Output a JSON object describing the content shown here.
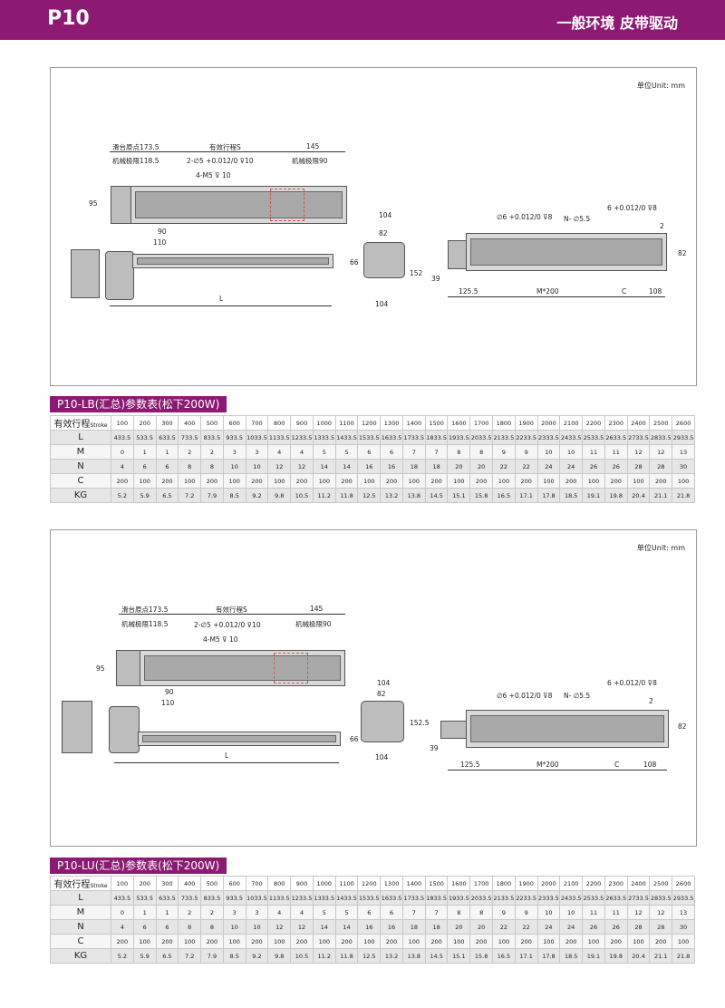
{
  "header": {
    "model": "P10",
    "subtitle": "一般环境 皮带驱动"
  },
  "drawing1": {
    "unit": "单位Unit: mm",
    "labels": {
      "slide_origin": "滑台原点173.5",
      "stroke": "有效行程S",
      "d145": "145",
      "mech_limit_left": "机械极限118.5",
      "hole_spec": "2-∅5 +0.012/0 ⊽10",
      "mech_limit_right": "机械极限90",
      "m5": "4-M5 ⊽ 10",
      "d95": "95",
      "d90": "90",
      "d110": "110",
      "L": "L",
      "d104_top": "104",
      "d82_top": "82",
      "d66": "66",
      "d152": "152",
      "d39": "39",
      "d104_bottom": "104",
      "phi6": "∅6 +0.012/0 ⊽8",
      "n_holes": "N- ∅5.5",
      "d2": "2",
      "d6": "6 +0.012/0 ⊽8",
      "d82_right": "82",
      "d125_5": "125.5",
      "m200": "M*200",
      "C": "C",
      "d108": "108"
    }
  },
  "table1": {
    "title": "P10-LB(汇总)参数表(松下200W)",
    "stroke_label": "有效行程",
    "stroke_sub": "Stroke",
    "stroke": [
      "100",
      "200",
      "300",
      "400",
      "500",
      "600",
      "700",
      "800",
      "900",
      "1000",
      "1100",
      "1200",
      "1300",
      "1400",
      "1500",
      "1600",
      "1700",
      "1800",
      "1900",
      "2000",
      "2100",
      "2200",
      "2300",
      "2400",
      "2500",
      "2600"
    ],
    "rows": [
      {
        "label": "L",
        "values": [
          "433.5",
          "533.5",
          "633.5",
          "733.5",
          "833.5",
          "933.5",
          "1033.5",
          "1133.5",
          "1233.5",
          "1333.5",
          "1433.5",
          "1533.5",
          "1633.5",
          "1733.5",
          "1833.5",
          "1933.5",
          "2033.5",
          "2133.5",
          "2233.5",
          "2333.5",
          "2433.5",
          "2533.5",
          "2633.5",
          "2733.5",
          "2833.5",
          "2933.5"
        ]
      },
      {
        "label": "M",
        "values": [
          "0",
          "1",
          "1",
          "2",
          "2",
          "3",
          "3",
          "4",
          "4",
          "5",
          "5",
          "6",
          "6",
          "7",
          "7",
          "8",
          "8",
          "9",
          "9",
          "10",
          "10",
          "11",
          "11",
          "12",
          "12",
          "13"
        ]
      },
      {
        "label": "N",
        "values": [
          "4",
          "6",
          "6",
          "8",
          "8",
          "10",
          "10",
          "12",
          "12",
          "14",
          "14",
          "16",
          "16",
          "18",
          "18",
          "20",
          "20",
          "22",
          "22",
          "24",
          "24",
          "26",
          "26",
          "28",
          "28",
          "30"
        ]
      },
      {
        "label": "C",
        "values": [
          "200",
          "100",
          "200",
          "100",
          "200",
          "100",
          "200",
          "100",
          "200",
          "100",
          "200",
          "100",
          "200",
          "100",
          "200",
          "100",
          "200",
          "100",
          "200",
          "100",
          "200",
          "100",
          "200",
          "100",
          "200",
          "100"
        ]
      },
      {
        "label": "KG",
        "values": [
          "5.2",
          "5.9",
          "6.5",
          "7.2",
          "7.9",
          "8.5",
          "9.2",
          "9.8",
          "10.5",
          "11.2",
          "11.8",
          "12.5",
          "13.2",
          "13.8",
          "14.5",
          "15.1",
          "15.8",
          "16.5",
          "17.1",
          "17.8",
          "18.5",
          "19.1",
          "19.8",
          "20.4",
          "21.1",
          "21.8"
        ]
      }
    ]
  },
  "drawing2": {
    "unit": "单位Unit: mm",
    "labels": {
      "slide_origin": "滑台原点173.5",
      "stroke": "有效行程S",
      "d145": "145",
      "mech_limit_left": "机械极限118.5",
      "hole_spec": "2-∅5 +0.012/0 ⊽10",
      "mech_limit_right": "机械极限90",
      "m5": "4-M5 ⊽ 10",
      "d95": "95",
      "d90": "90",
      "d110": "110",
      "L": "L",
      "d104_top": "104",
      "d82_top": "82",
      "d66": "66",
      "d152_5": "152.5",
      "d39": "39",
      "d104_bottom": "104",
      "phi6": "∅6 +0.012/0 ⊽8",
      "n_holes": "N- ∅5.5",
      "d2": "2",
      "d6": "6 +0.012/0 ⊽8",
      "d82_right": "82",
      "d125_5": "125.5",
      "m200": "M*200",
      "C": "C",
      "d108": "108"
    }
  },
  "table2": {
    "title": "P10-LU(汇总)参数表(松下200W)",
    "stroke_label": "有效行程",
    "stroke_sub": "Stroke",
    "stroke": [
      "100",
      "200",
      "300",
      "400",
      "500",
      "600",
      "700",
      "800",
      "900",
      "1000",
      "1100",
      "1200",
      "1300",
      "1400",
      "1500",
      "1600",
      "1700",
      "1800",
      "1900",
      "2000",
      "2100",
      "2200",
      "2300",
      "2400",
      "2500",
      "2600"
    ],
    "rows": [
      {
        "label": "L",
        "values": [
          "433.5",
          "533.5",
          "633.5",
          "733.5",
          "833.5",
          "933.5",
          "1033.5",
          "1133.5",
          "1233.5",
          "1333.5",
          "1433.5",
          "1533.5",
          "1633.5",
          "1733.5",
          "1833.5",
          "1933.5",
          "2033.5",
          "2133.5",
          "2233.5",
          "2333.5",
          "2433.5",
          "2533.5",
          "2633.5",
          "2733.5",
          "2833.5",
          "2933.5"
        ]
      },
      {
        "label": "M",
        "values": [
          "0",
          "1",
          "1",
          "2",
          "2",
          "3",
          "3",
          "4",
          "4",
          "5",
          "5",
          "6",
          "6",
          "7",
          "7",
          "8",
          "8",
          "9",
          "9",
          "10",
          "10",
          "11",
          "11",
          "12",
          "12",
          "13"
        ]
      },
      {
        "label": "N",
        "values": [
          "4",
          "6",
          "6",
          "8",
          "8",
          "10",
          "10",
          "12",
          "12",
          "14",
          "14",
          "16",
          "16",
          "18",
          "18",
          "20",
          "20",
          "22",
          "22",
          "24",
          "24",
          "26",
          "26",
          "28",
          "28",
          "30"
        ]
      },
      {
        "label": "C",
        "values": [
          "200",
          "100",
          "200",
          "100",
          "200",
          "100",
          "200",
          "100",
          "200",
          "100",
          "200",
          "100",
          "200",
          "100",
          "200",
          "100",
          "200",
          "100",
          "200",
          "100",
          "200",
          "100",
          "200",
          "100",
          "200",
          "100"
        ]
      },
      {
        "label": "KG",
        "values": [
          "5.2",
          "5.9",
          "6.5",
          "7.2",
          "7.9",
          "8.5",
          "9.2",
          "9.8",
          "10.5",
          "11.2",
          "11.8",
          "12.5",
          "13.2",
          "13.8",
          "14.5",
          "15.1",
          "15.8",
          "16.5",
          "17.1",
          "17.8",
          "18.5",
          "19.1",
          "19.8",
          "20.4",
          "21.1",
          "21.8"
        ]
      }
    ]
  }
}
